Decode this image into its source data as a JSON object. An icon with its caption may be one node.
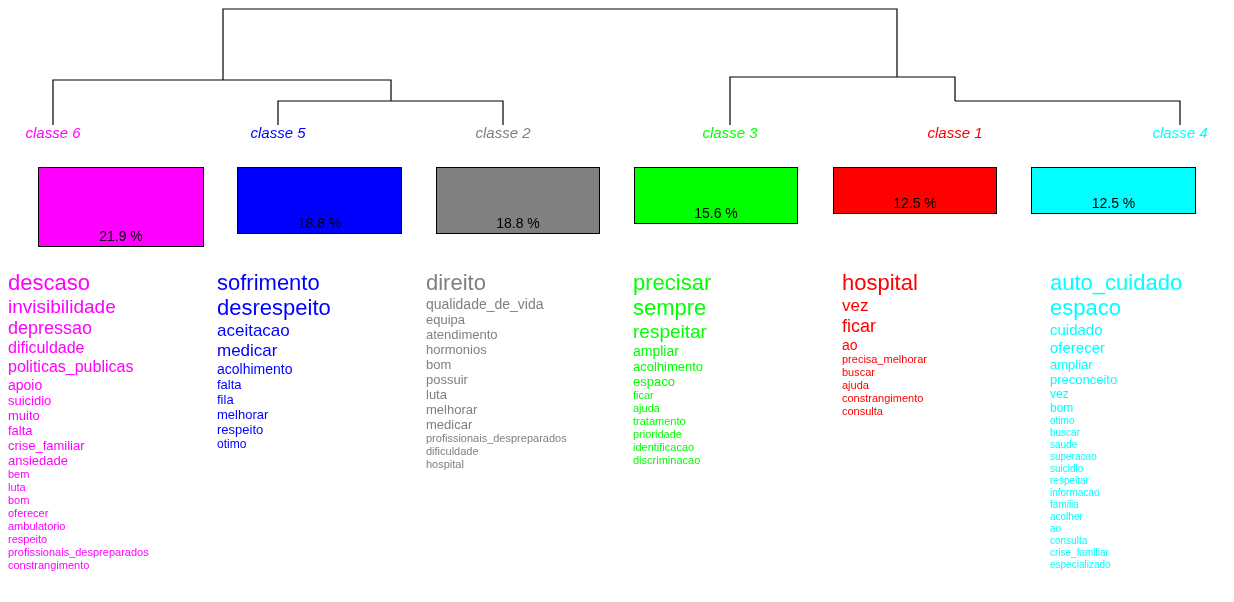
{
  "diagram": {
    "nodes": [
      {
        "text": [
          "21.9 %"
        ],
        "beside": [
          "classe 6",
          "descaso",
          "invisibilidade",
          "depressao",
          "dificuldade",
          "politicas_publicas",
          "apoio",
          "suicidio",
          "muito",
          "falta",
          "crise_familiar",
          "ansiedade",
          "bem",
          "luta",
          "bom",
          "oferecer",
          "ambulatorio",
          "respeito",
          "profissionais_despreparados",
          "constrangimento"
        ]
      },
      {
        "text": [
          "18.8 %"
        ],
        "beside": [
          "classe 5",
          "sofrimento",
          "desrespeito",
          "aceitacao",
          "medicar",
          "acolhimento",
          "falta",
          "fila",
          "melhorar",
          "respeito",
          "otimo"
        ]
      },
      {
        "text": [
          "18.8 %"
        ],
        "beside": [
          "classe 2",
          "direito",
          "qualidade_de_vida",
          "equipa",
          "atendimento",
          "hormonios",
          "bom",
          "possuir",
          "luta",
          "melhorar",
          "medicar",
          "profissionais_despreparados",
          "dificuldade",
          "hospital"
        ]
      },
      {
        "text": [
          "15.6 %"
        ],
        "beside": [
          "classe 3",
          "precisar",
          "sempre",
          "respeitar",
          "ampliar",
          "acolhimento",
          "espaco",
          "ficar",
          "ajuda",
          "tratamento",
          "prioridade",
          "identificacao",
          "discriminacao"
        ]
      },
      {
        "text": [
          "12.5 %"
        ],
        "beside": [
          "classe 1",
          "hospital",
          "vez",
          "ficar",
          "ao",
          "precisa_melhorar",
          "buscar",
          "ajuda",
          "constrangimento",
          "consulta"
        ]
      },
      {
        "text": [
          "12.5 %"
        ],
        "beside": [
          "classe 4",
          "auto_cuidado",
          "espaco",
          "cuidado",
          "oferecer",
          "ampliar",
          "preconceito",
          "vez",
          "bom",
          "otimo",
          "buscar",
          "saude",
          "superacao",
          "suicidio",
          "respeitar",
          "informacao",
          "familia",
          "acolher",
          "ao",
          "consulta",
          "crise_familiar",
          "especializado"
        ]
      }
    ]
  }
}
